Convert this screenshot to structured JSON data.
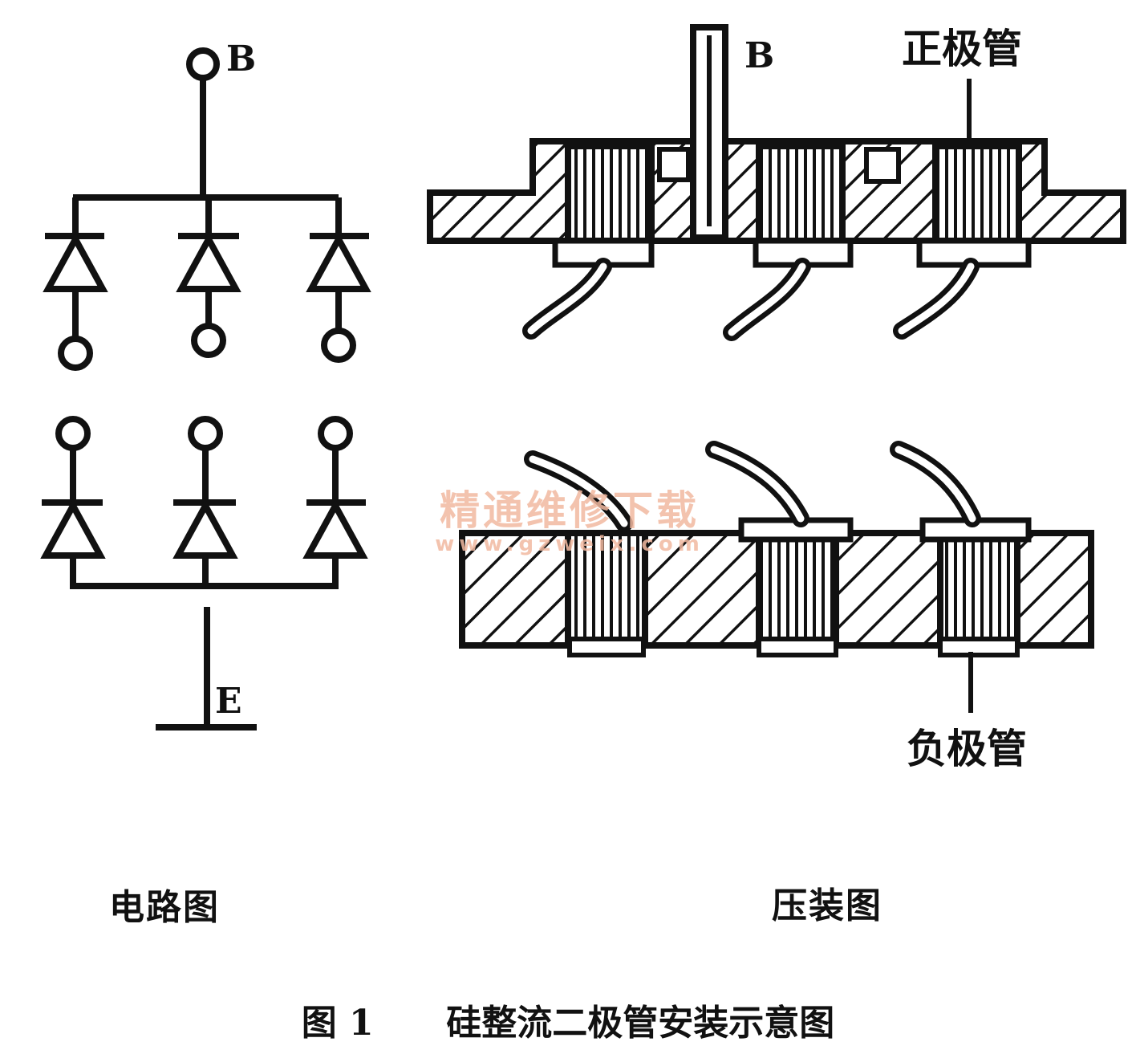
{
  "circuit": {
    "terminal_b": "B",
    "terminal_e": "E",
    "subtitle": "电路图"
  },
  "assembly": {
    "terminal_b": "B",
    "positive_label": "正极管",
    "negative_label": "负极管",
    "subtitle": "压装图"
  },
  "caption": {
    "figure_number": "图 1",
    "title": "硅整流二极管安装示意图"
  },
  "watermark": {
    "text": "精通维修下载",
    "url": "www.gzweix.com"
  },
  "colors": {
    "ink": "#111111",
    "watermark": "#f2b9a1",
    "background": "#ffffff"
  }
}
